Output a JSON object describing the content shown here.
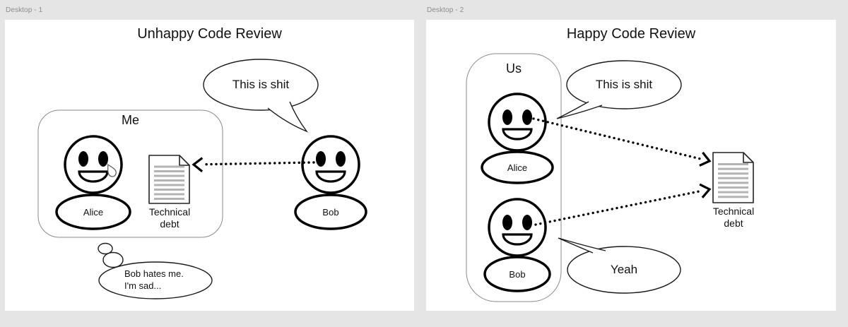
{
  "frames": [
    {
      "label": "Desktop - 1",
      "title": "Unhappy Code Review",
      "group_label": "Me",
      "alice_name": "Alice",
      "bob_name": "Bob",
      "document_label": "Technical debt",
      "bob_speech": "This is shit",
      "alice_thought": "Bob hates me.\nI'm sad..."
    },
    {
      "label": "Desktop - 2",
      "title": "Happy Code Review",
      "group_label": "Us",
      "alice_name": "Alice",
      "bob_name": "Bob",
      "document_label": "Technical debt",
      "alice_speech": "This is shit",
      "bob_speech": "Yeah"
    }
  ],
  "colors": {
    "canvas_background": "#e5e5e5",
    "frame_background": "#ffffff",
    "frame_label_text": "#8c8c8c",
    "stroke": "#000000",
    "container_stroke": "#8a8a8a",
    "document_line": "#b3b3b3"
  }
}
